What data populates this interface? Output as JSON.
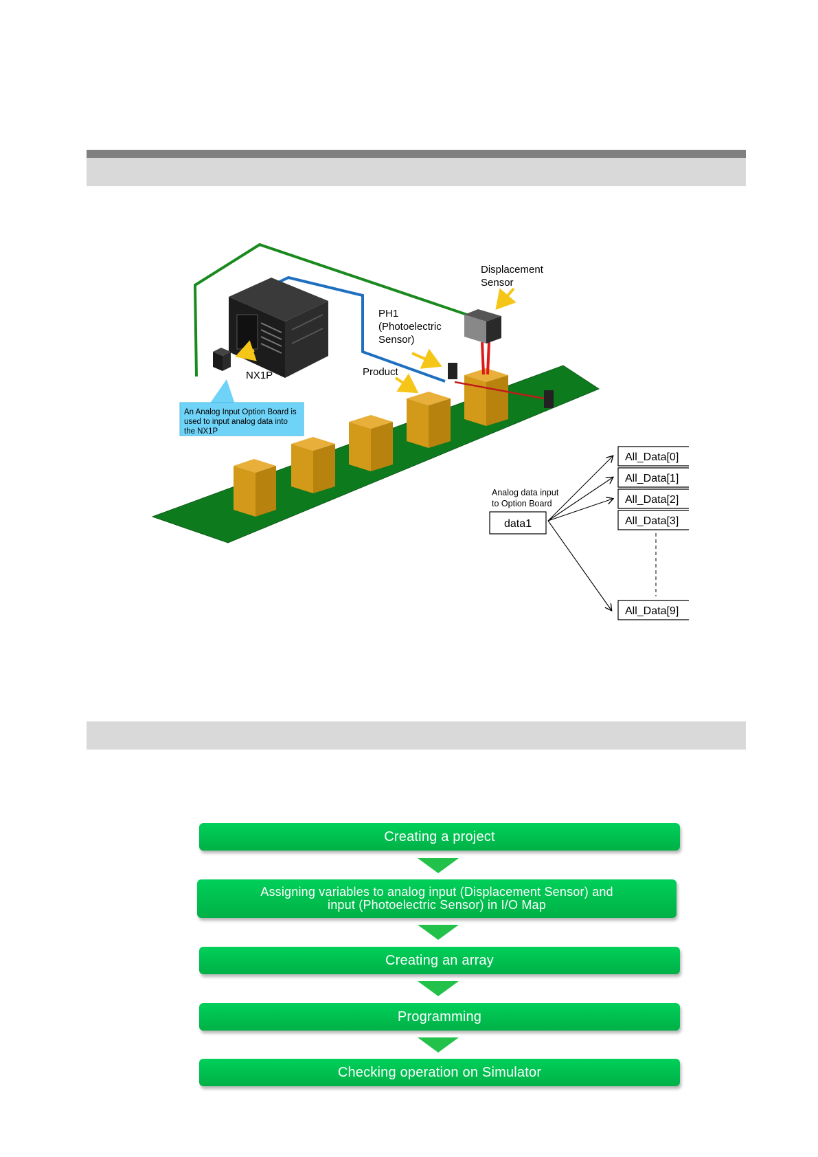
{
  "diagram": {
    "labels": {
      "displacement_sensor": [
        "Displacement",
        "Sensor"
      ],
      "ph1": [
        "PH1",
        "(Photoelectric",
        "Sensor)"
      ],
      "product": "Product",
      "nx1p": "NX1P",
      "callout": [
        "An Analog Input Option Board is",
        "used to input analog data into",
        "the NX1P"
      ],
      "analog_input": [
        "Analog data input",
        "to Option Board"
      ],
      "data1": "data1"
    },
    "array_elements": [
      "All_Data[0]",
      "All_Data[1]",
      "All_Data[2]",
      "All_Data[3]",
      "All_Data[9]"
    ],
    "colors": {
      "belt": "#0e7a1e",
      "product_front": "#d39a1a",
      "product_top": "#e8b03a",
      "green_wire": "#1a8a1f",
      "blue_wire": "#1e6fc0",
      "red_beam": "#e01818",
      "callout_bg": "#6fd3f8",
      "arrow_yellow": "#f5c518"
    }
  },
  "flow_steps": [
    "Creating  a  project",
    "Assigning variables to analog input (Displacement Sensor) and\ninput (Photoelectric Sensor) in I/O Map",
    "Creating  an  array",
    "Programming",
    "Checking  operation  on  Simulator"
  ],
  "flow_color": "#00c050"
}
